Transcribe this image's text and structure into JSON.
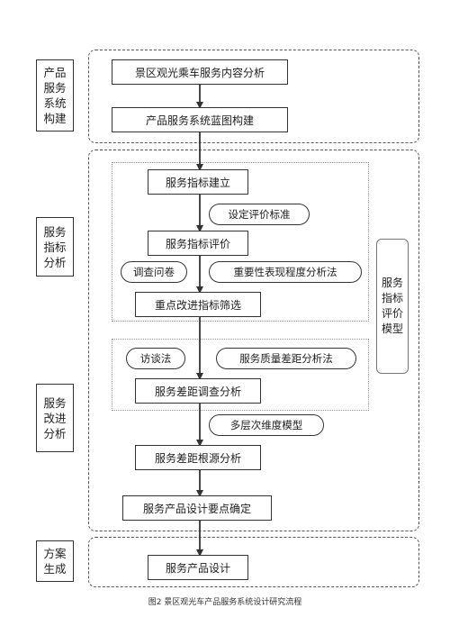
{
  "sections": [
    {
      "label": "产品\n服务\n系统\n构建"
    },
    {
      "label": "服务\n指标\n分析"
    },
    {
      "label": "服务\n改进\n分析"
    },
    {
      "label": "方案\n生成"
    }
  ],
  "steps": [
    "景区观光乘车服务内容分析",
    "产品服务系统蓝图构建",
    "服务指标建立",
    "服务指标评价",
    "重点改进指标筛选",
    "服务差距调查分析",
    "服务差距根源分析",
    "服务产品设计要点确定",
    "服务产品设计"
  ],
  "methods": [
    "设定评价标准",
    "调查问卷",
    "重要性表现程度分析法",
    "访谈法",
    "服务质量差距分析法",
    "多层次维度模型"
  ],
  "model_label": "服务\n指标\n评价\n模型",
  "caption": "图2 景区观光车产品服务系统设计研究流程"
}
